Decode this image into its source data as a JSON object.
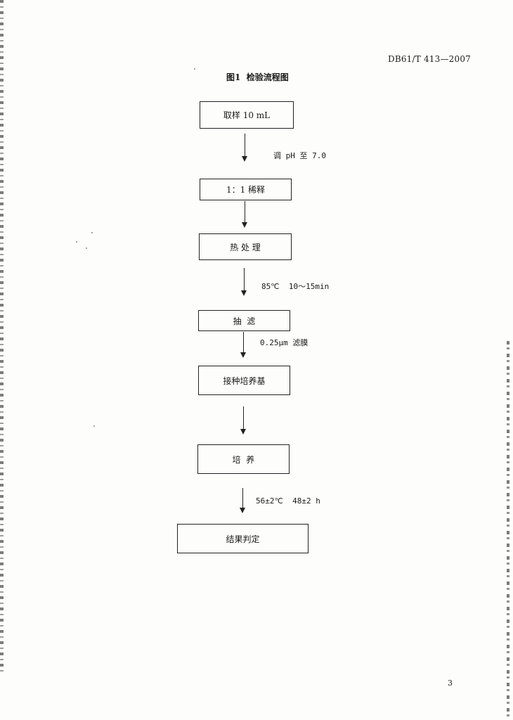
{
  "header": {
    "doc_code": "DB61/T 413—2007"
  },
  "figure": {
    "title": "图1  检验流程图"
  },
  "flow": {
    "steps": [
      "取样 10 mL",
      "1：1 稀释",
      "热 处 理",
      "抽  滤",
      "接种培养基",
      "培  养",
      "结果判定"
    ],
    "conditions": [
      "调 pH 至 7.0",
      "85℃  10～15min",
      "0.25μm 滤膜",
      "56±2℃  48±2 h"
    ]
  },
  "footer": {
    "page_number": "3"
  }
}
